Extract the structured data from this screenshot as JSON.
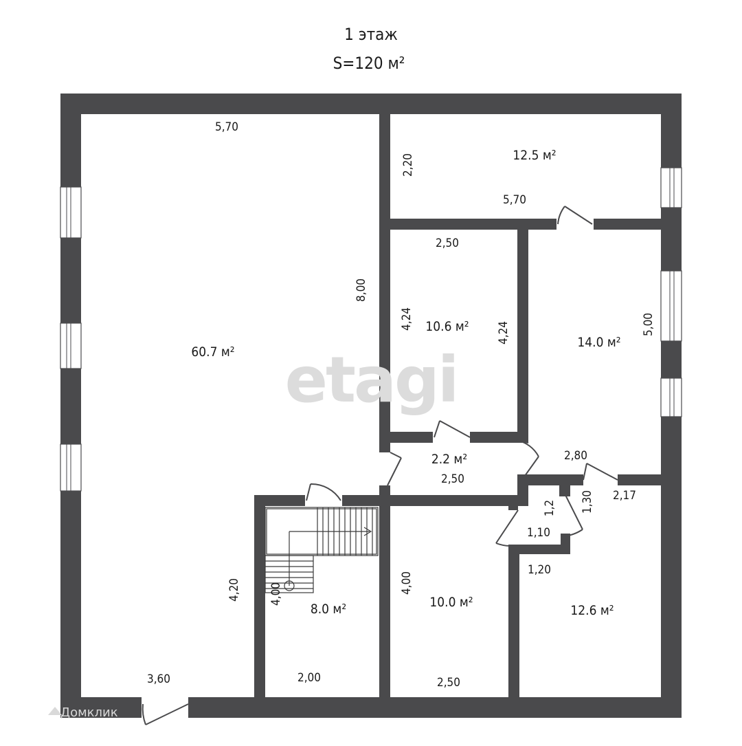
{
  "header": {
    "floor": "1 этаж",
    "total_area": "S=120 м²"
  },
  "rooms": {
    "living": "60.7 м²",
    "top_right": "12.5 м²",
    "middle": "10.6 м²",
    "right": "14.0 м²",
    "hall_small": "2.2 м²",
    "stair_room": "8.0 м²",
    "bottom_middle": "10.0 м²",
    "bottom_right": "12.6 м²"
  },
  "dimensions": {
    "living_top": "5,70",
    "living_height": "8,00",
    "living_left_lower": "4,20",
    "living_bottom": "3,60",
    "top_room_height": "2,20",
    "top_room_width": "5,70",
    "middle_top": "2,50",
    "middle_left": "4,24",
    "middle_right": "4,24",
    "right_room_height": "5,00",
    "hall_width": "2,50",
    "corridor_width": "2,80",
    "corridor_right": "2,17",
    "bath_height_a": "1,2",
    "bath_height_b": "1,30",
    "bath_width": "1,10",
    "bath_lower": "1,20",
    "stair_height": "4,00",
    "stair_bottom": "2,00",
    "bottom_middle_height": "4,00",
    "bottom_middle_width": "2,50"
  },
  "watermark": "etagi",
  "brand": "Домклик"
}
